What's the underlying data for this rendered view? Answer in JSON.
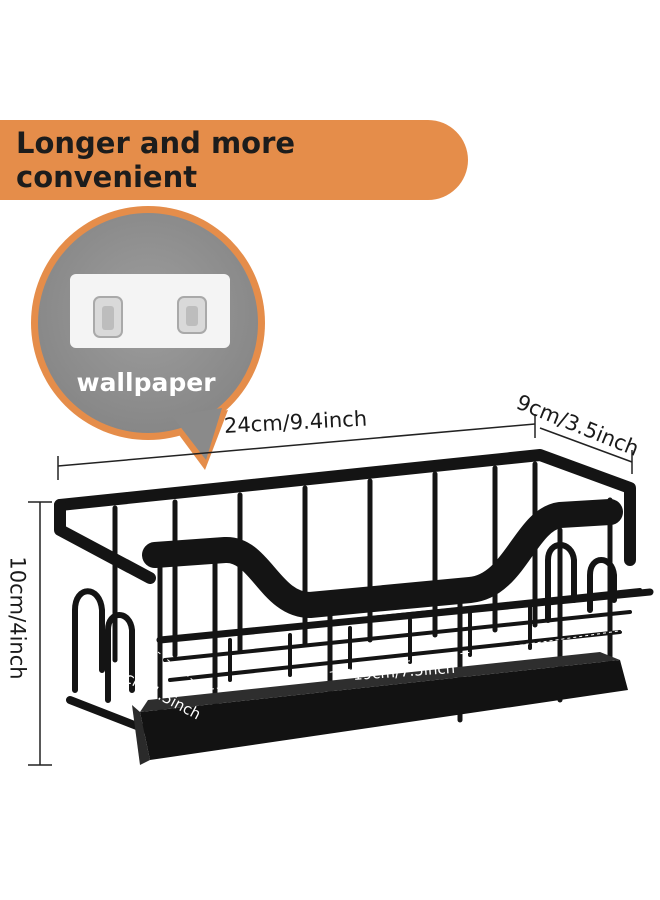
{
  "banner": {
    "text": "Longer and more convenient"
  },
  "callout": {
    "label": "wallpaper"
  },
  "dimensions": {
    "width": "24cm/9.4inch",
    "depth": "9cm/3.5inch",
    "height": "10cm/4inch",
    "inner_width": "19cm/7.5inch",
    "inner_depth": "4cm/1.5inch"
  },
  "colors": {
    "banner": "#e58d4a",
    "bubble": "#8f8f8f",
    "product": "#141414"
  }
}
